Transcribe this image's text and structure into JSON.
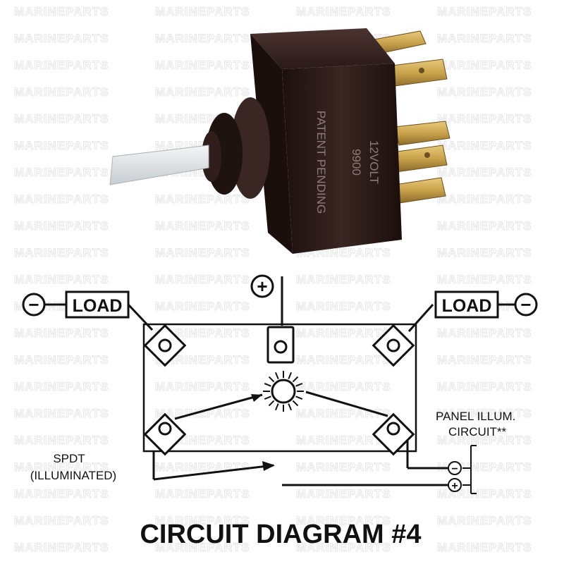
{
  "watermark": "MARINEPARTS",
  "switch_body_text": {
    "line1": "PATENT PENDING",
    "line2": "9900",
    "line3": "12VOLT"
  },
  "diagram": {
    "plus_symbol": "+",
    "minus_symbol": "−",
    "load_left": "LOAD",
    "load_right": "LOAD",
    "panel_label_1": "PANEL ILLUM.",
    "panel_label_2": "CIRCUIT**",
    "spdt_label_1": "SPDT",
    "spdt_label_2": "(ILLUMINATED)",
    "panel_minus": "−",
    "panel_plus": "+"
  },
  "title": "CIRCUIT DIAGRAM #4",
  "colors": {
    "ink": "#111111",
    "switch_body": "#2a1a18",
    "terminal_gold": "#c9a24a",
    "lever": "#dfe3e6",
    "watermark": "#e6e6e6"
  }
}
